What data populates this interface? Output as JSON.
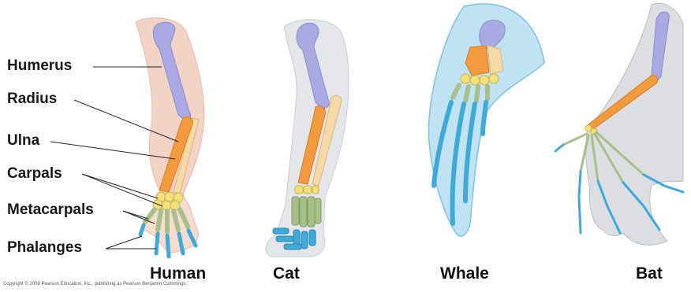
{
  "labels": {
    "humerus": "Humerus",
    "radius": "Radius",
    "ulna": "Ulna",
    "carpals": "Carpals",
    "metacarpals": "Metacarpals",
    "phalanges": "Phalanges"
  },
  "captions": {
    "human": "Human",
    "cat": "Cat",
    "whale": "Whale",
    "bat": "Bat"
  },
  "copyright": "Copyright © 2008 Pearson Education, Inc., publishing as Pearson Benjamin Cummings.",
  "colors": {
    "humerus": "#a9a9e3",
    "radius": "#f19a3e",
    "ulna": "#f6d9a8",
    "carpals": "#f3e07a",
    "metacarpals": "#a7c08a",
    "phalanges": "#3fa9d8",
    "human_skin": "#f3d3c6",
    "cat_fur": "#e4e6ea",
    "whale_flipper": "#bfe3f2",
    "bat_wing": "#dcdee2"
  }
}
